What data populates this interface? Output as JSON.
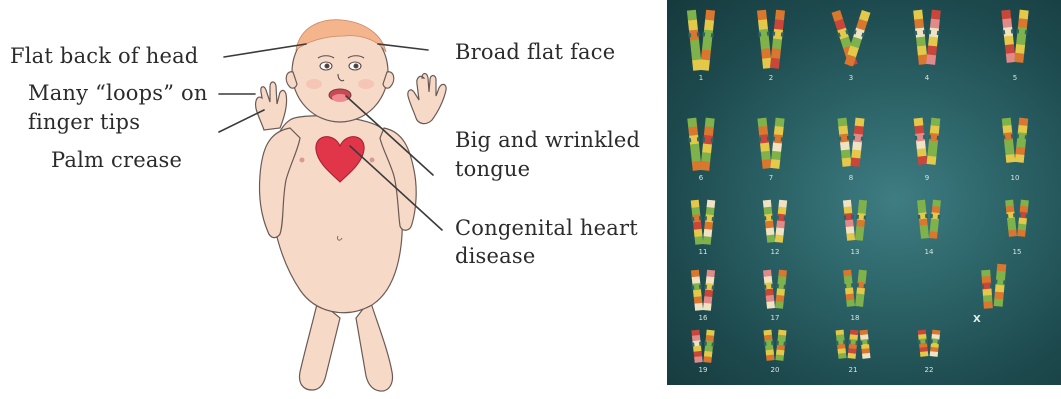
{
  "labels": {
    "flat_back_of_head": "Flat back of head",
    "many_loops_line1": "Many “loops” on",
    "many_loops_line2": "finger tips",
    "palm_crease": "Palm crease",
    "broad_flat_face": "Broad flat face",
    "big_tongue_line1": "Big and wrinkled",
    "big_tongue_line2": "tongue",
    "heart_line1": "Congenital heart",
    "heart_line2": "disease"
  },
  "karyotype": {
    "rows": [
      {
        "numbers": [
          "1",
          "2",
          "3",
          "4",
          "5"
        ],
        "copies": [
          2,
          2,
          2,
          2,
          2
        ]
      },
      {
        "numbers": [
          "6",
          "7",
          "8",
          "9",
          "10"
        ],
        "copies": [
          2,
          2,
          2,
          2,
          2
        ]
      },
      {
        "numbers": [
          "11",
          "12",
          "13",
          "14",
          "15"
        ],
        "copies": [
          2,
          2,
          2,
          2,
          2
        ]
      },
      {
        "numbers": [
          "16",
          "17",
          "18"
        ],
        "copies": [
          2,
          2,
          2
        ]
      },
      {
        "numbers": [
          "19",
          "20",
          "21",
          "22"
        ],
        "copies": [
          2,
          2,
          3,
          2
        ]
      }
    ],
    "sex_chromosome_label": "X",
    "colors": {
      "background": "#2c6468",
      "green": "#7fb24a",
      "yellow": "#e3c84a",
      "orange": "#d9772f",
      "red": "#c9473a",
      "pink": "#e08a8a",
      "cream": "#efe3c4"
    }
  },
  "colors": {
    "skin": "#f7d9c8",
    "outline": "#3a3a3a",
    "heart": "#e1354a",
    "hair": "#f4b48c",
    "text": "#2b2b2b"
  }
}
